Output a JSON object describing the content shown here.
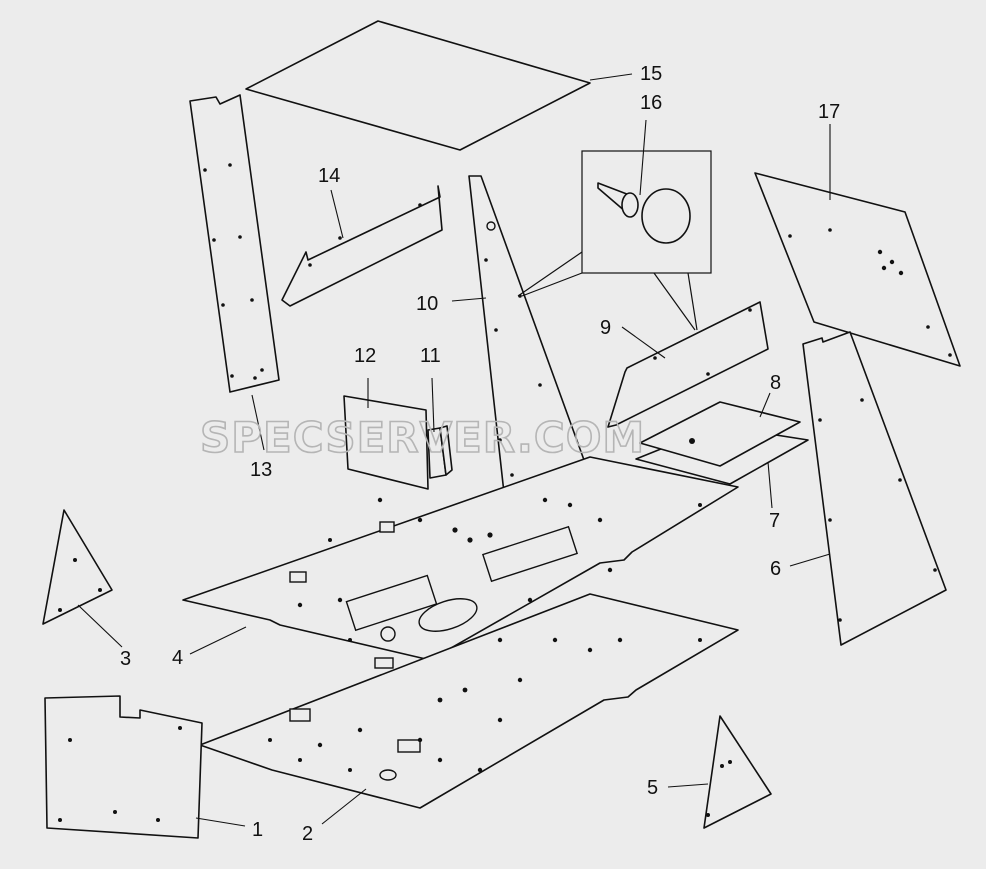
{
  "watermark": "SPECSERVER.COM",
  "parts": [
    {
      "id": "1",
      "label": "1"
    },
    {
      "id": "2",
      "label": "2"
    },
    {
      "id": "3",
      "label": "3"
    },
    {
      "id": "4",
      "label": "4"
    },
    {
      "id": "5",
      "label": "5"
    },
    {
      "id": "6",
      "label": "6"
    },
    {
      "id": "7",
      "label": "7"
    },
    {
      "id": "8",
      "label": "8"
    },
    {
      "id": "9",
      "label": "9"
    },
    {
      "id": "10",
      "label": "10"
    },
    {
      "id": "11",
      "label": "11"
    },
    {
      "id": "12",
      "label": "12"
    },
    {
      "id": "13",
      "label": "13"
    },
    {
      "id": "14",
      "label": "14"
    },
    {
      "id": "15",
      "label": "15"
    },
    {
      "id": "16",
      "label": "16"
    },
    {
      "id": "17",
      "label": "17"
    }
  ],
  "colors": {
    "background": "#ececec",
    "line": "#111111",
    "watermark": "#b5b5b5"
  }
}
